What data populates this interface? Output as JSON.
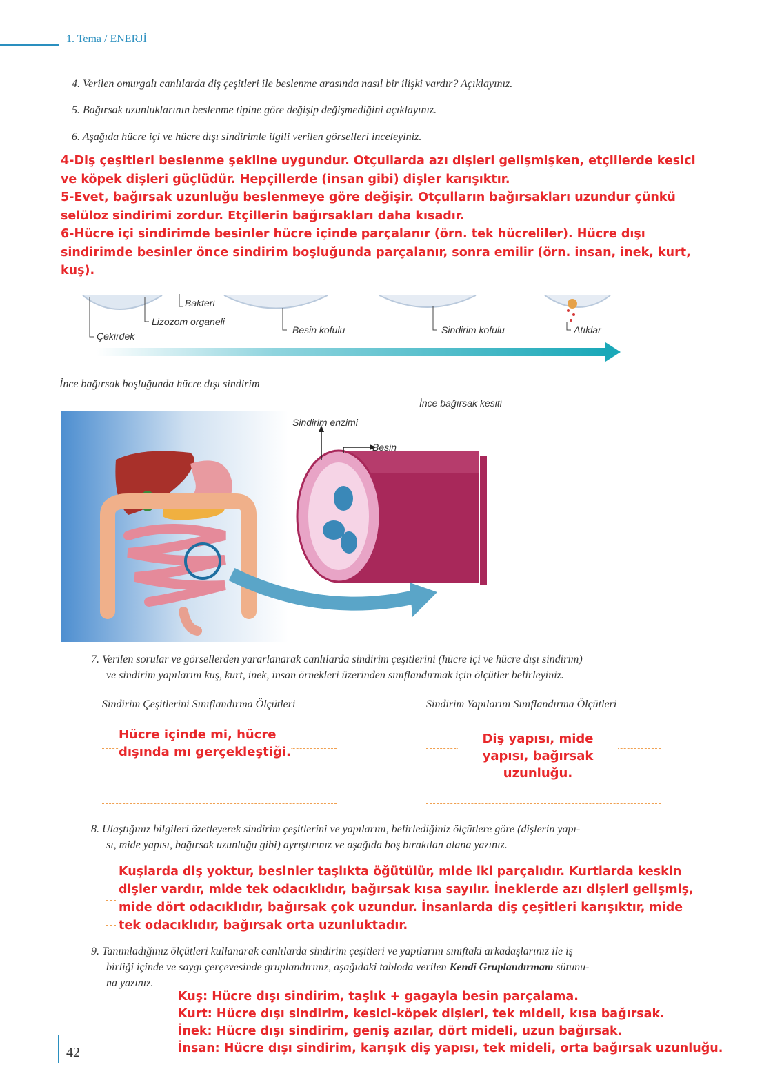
{
  "header": {
    "text": "1. Tema / ENERJİ"
  },
  "questions": {
    "q4": "4.  Verilen omurgalı canlılarda diş çeşitleri ile beslenme arasında nasıl bir ilişki vardır? Açıklayınız.",
    "q5": "5.  Bağırsak uzunluklarının beslenme tipine göre değişip değişmediğini açıklayınız.",
    "q6": "6.  Aşağıda hücre içi ve hücre dışı sindirimle ilgili verilen görselleri inceleyiniz.",
    "q7_line1": "7.  Verilen sorular ve görsellerden yararlanarak canlılarda sindirim çeşitlerini (hücre içi ve hücre dışı sindirim)",
    "q7_line2": "ve sindirim yapılarını kuş, kurt, inek, insan örnekleri üzerinden sınıflandırmak için ölçütler belirleyiniz.",
    "q8_line1": "8.  Ulaştığınız bilgileri özetleyerek sindirim çeşitlerini ve yapılarını, belirlediğiniz ölçütlere göre (dişlerin yapı-",
    "q8_line2": "sı, mide yapısı, bağırsak uzunluğu gibi) ayrıştırınız ve aşağıda boş bırakılan alana yazınız.",
    "q9_line1": "9.  Tanımladığınız ölçütleri kullanarak canlılarda sindirim çeşitleri ve yapılarını sınıftaki arkadaşlarınız ile iş",
    "q9_line2_a": "birliği içinde ve saygı çerçevesinde gruplandırınız, aşağıdaki tabloda verilen ",
    "q9_line2_b": "Kendi Gruplandırmam",
    "q9_line2_c": " sütunu-",
    "q9_line3": "na yazınız."
  },
  "answers_top": [
    "4-Diş çeşitleri beslenme şekline uygundur. Otçullarda azı dişleri gelişmişken, etçillerde kesici",
    "ve köpek dişleri güçlüdür. Hepçillerde (insan gibi) dişler karışıktır.",
    "5-Evet, bağırsak uzunluğu beslenmeye göre değişir. Otçulların bağırsakları uzundur çünkü",
    "selüloz sindirimi zordur. Etçillerin bağırsakları daha kısadır.",
    "6-Hücre içi sindirimde besinler hücre içinde parçalanır (örn. tek hücreliler). Hücre dışı",
    "sindirimde besinler önce sindirim boşluğunda parçalanır, sonra emilir (örn. insan, inek, kurt,",
    "kuş)."
  ],
  "cell_labels": {
    "bakteri": "Bakteri",
    "lizozom": "Lizozom organeli",
    "cekirdek": "Çekirdek",
    "besin_kofulu": "Besin kofulu",
    "sindirim_kofulu": "Sindirim kofulu",
    "atiklar": "Atıklar"
  },
  "intestine": {
    "caption": "İnce bağırsak boşluğunda hücre dışı sindirim",
    "section_label": "İnce bağırsak kesiti",
    "enzyme_label": "Sindirim enzimi",
    "food_label": "Besin"
  },
  "columns": {
    "left_head": "Sindirim Çeşitlerini Sınıflandırma Ölçütleri",
    "right_head": "Sindirim Yapılarını Sınıflandırma Ölçütleri",
    "left_answer": [
      "Hücre içinde mi, hücre",
      "dışında mı gerçekleştiği."
    ],
    "right_answer": [
      "Diş yapısı, mide",
      "yapısı, bağırsak",
      "uzunluğu."
    ]
  },
  "answers_q8": [
    "Kuşlarda diş yoktur, besinler taşlıkta öğütülür, mide iki parçalıdır. Kurtlarda keskin",
    "dişler vardır, mide tek odacıklıdır, bağırsak kısa sayılır. İneklerde azı dişleri gelişmiş,",
    "mide dört odacıklıdır, bağırsak çok uzundur. İnsanlarda diş çeşitleri karışıktır, mide",
    "tek odacıklıdır, bağırsak orta uzunluktadır."
  ],
  "answers_q9": [
    "Kuş: Hücre dışı sindirim, taşlık + gagayla besin parçalama.",
    "Kurt: Hücre dışı sindirim, kesici-köpek dişleri, tek mideli, kısa bağırsak.",
    "İnek: Hücre dışı sindirim, geniş azılar, dört mideli, uzun bağırsak.",
    "İnsan: Hücre dışı sindirim, karışık diş yapısı, tek mideli, orta bağırsak uzunluğu."
  ],
  "page_number": "42"
}
